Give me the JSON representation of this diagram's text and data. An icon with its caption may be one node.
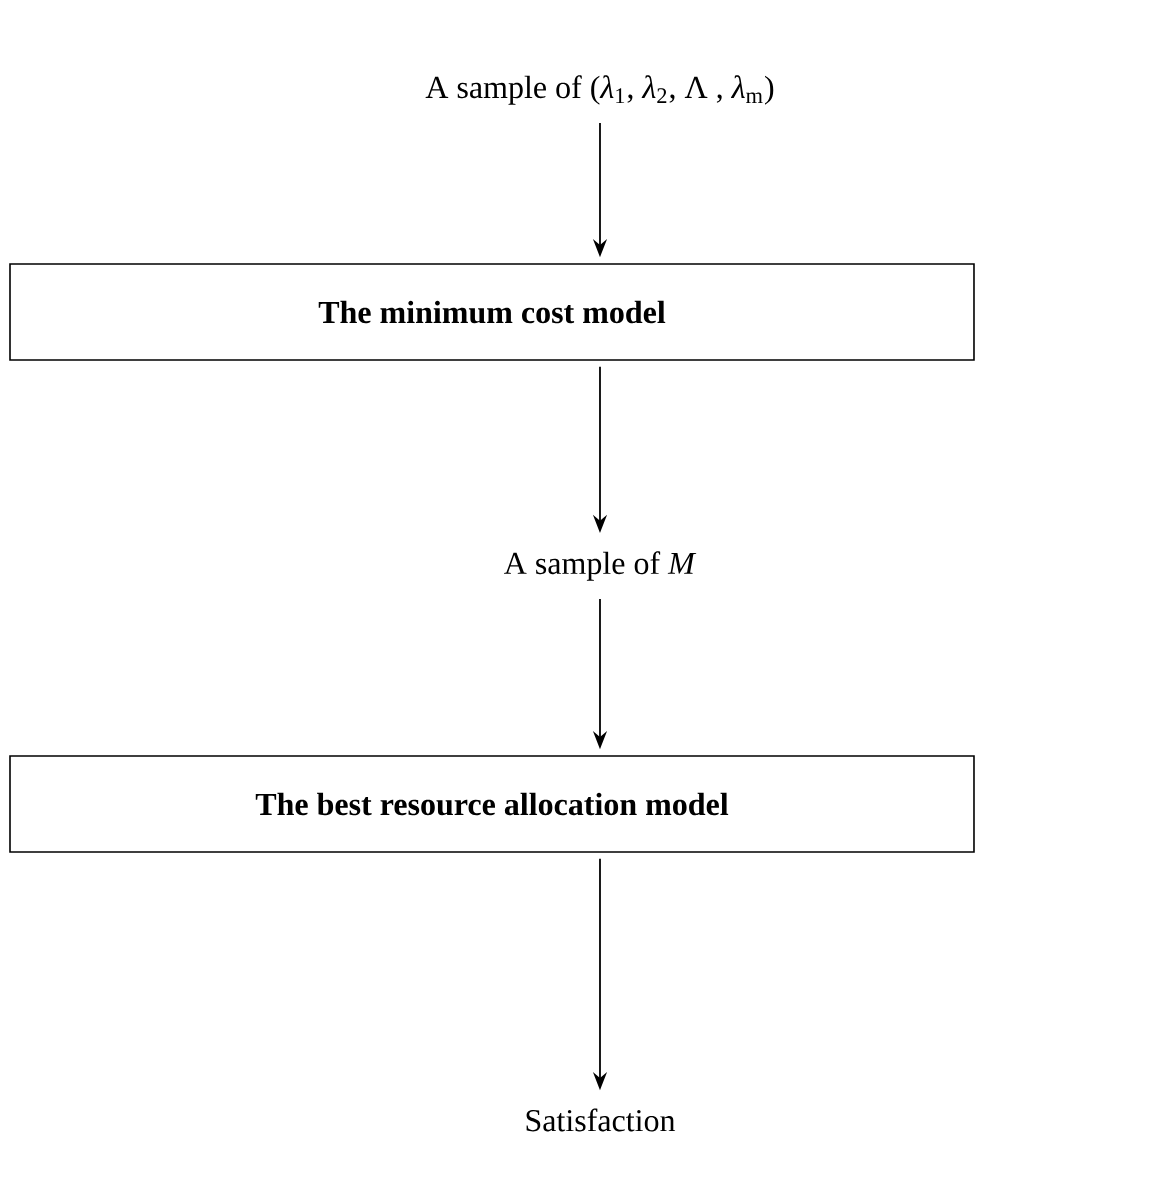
{
  "diagram": {
    "nodes": [
      {
        "text": [
          "A sample of (*λ*$_{1}$, *λ*$_{2}$, Λ , *λ*$_{m}$)"
        ]
      },
      {
        "text": [
          "**The minimum cost model**"
        ]
      },
      {
        "text": [
          "A sample of *M*"
        ]
      },
      {
        "text": [
          "**The best resource allocation model**"
        ]
      },
      {
        "text": [
          "Satisfaction"
        ]
      }
    ],
    "edges": [
      {
        "from": 0,
        "to": 1,
        "arrow": "to"
      },
      {
        "from": 1,
        "to": 2,
        "arrow": "to"
      },
      {
        "from": 2,
        "to": 3,
        "arrow": "to"
      },
      {
        "from": 3,
        "to": 4,
        "arrow": "to"
      }
    ]
  }
}
